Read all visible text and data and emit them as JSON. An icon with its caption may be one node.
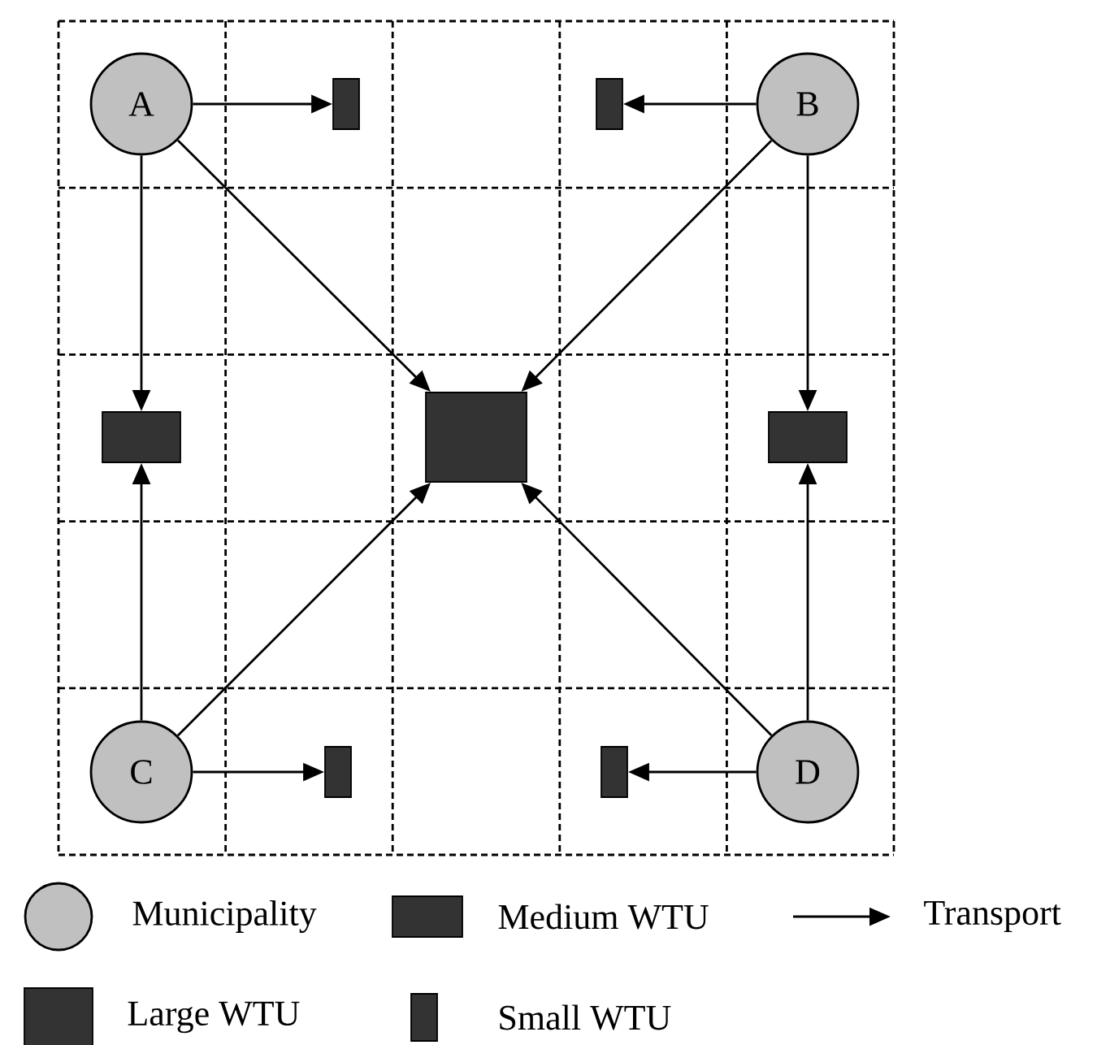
{
  "diagram": {
    "nodes": [
      {
        "text": [
          "A"
        ]
      },
      {
        "text": [],
        "shape": "box"
      },
      {
        "text": [],
        "shape": "box"
      },
      {
        "text": [
          "B"
        ]
      },
      {
        "text": [],
        "shape": "box"
      },
      {
        "text": [],
        "shape": "box"
      },
      {
        "text": [],
        "shape": "box"
      },
      {
        "text": [
          "C"
        ]
      },
      {
        "text": [],
        "shape": "box"
      },
      {
        "text": [],
        "shape": "box"
      },
      {
        "text": [
          "D"
        ]
      }
    ],
    "edges": [
      {
        "from": 0,
        "to": 1,
        "arrow": "to"
      },
      {
        "from": 3,
        "to": 2,
        "arrow": "to"
      },
      {
        "from": 0,
        "to": 4,
        "arrow": "to"
      },
      {
        "from": 0,
        "to": 5,
        "arrow": "to"
      },
      {
        "from": 3,
        "to": 5,
        "arrow": "to"
      },
      {
        "from": 3,
        "to": 6,
        "arrow": "to"
      },
      {
        "from": 7,
        "to": 4,
        "arrow": "to"
      },
      {
        "from": 7,
        "to": 5,
        "arrow": "to"
      },
      {
        "from": 7,
        "to": 8,
        "arrow": "to"
      },
      {
        "from": 10,
        "to": 9,
        "arrow": "to"
      },
      {
        "from": 10,
        "to": 5,
        "arrow": "to"
      },
      {
        "from": 10,
        "to": 6,
        "arrow": "to"
      }
    ],
    "legend": [
      {
        "text": "Municipality"
      },
      {
        "text": "Medium WTU"
      },
      {
        "text": "Transport"
      },
      {
        "text": "Large WTU"
      },
      {
        "text": "Small WTU"
      }
    ]
  }
}
